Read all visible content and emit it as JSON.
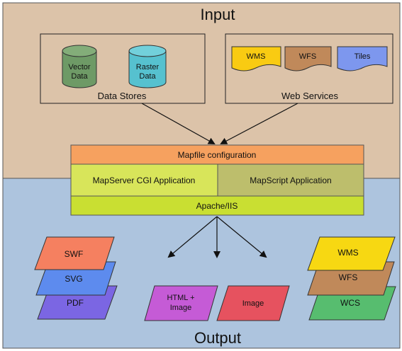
{
  "input": {
    "title": "Input",
    "data_stores": {
      "label": "Data Stores",
      "items": [
        {
          "line1": "Vector",
          "line2": "Data",
          "color": "#6e9a66"
        },
        {
          "line1": "Raster",
          "line2": "Data",
          "color": "#56c1cf"
        }
      ]
    },
    "web_services": {
      "label": "Web Services",
      "items": [
        {
          "label": "WMS",
          "color": "#f9cb12"
        },
        {
          "label": "WFS",
          "color": "#c0895a"
        },
        {
          "label": "Tiles",
          "color": "#7d97ee"
        }
      ]
    }
  },
  "server": {
    "mapfile": "Mapfile configuration",
    "cgi": "MapServer CGI Application",
    "mapscript": "MapScript Application",
    "apache": "Apache/IIS"
  },
  "output": {
    "title": "Output",
    "left_stack": [
      {
        "label": "SWF",
        "color": "#f58060"
      },
      {
        "label": "SVG",
        "color": "#5d8bee"
      },
      {
        "label": "PDF",
        "color": "#7b66e3"
      }
    ],
    "middle": [
      {
        "line1": "HTML +",
        "line2": "Image",
        "color": "#c55bd6"
      },
      {
        "line1": "Image",
        "line2": "",
        "color": "#e6525f"
      }
    ],
    "right_stack": [
      {
        "label": "WMS",
        "color": "#f7d812"
      },
      {
        "label": "WFS",
        "color": "#c0895a"
      },
      {
        "label": "WCS",
        "color": "#57bd6f"
      }
    ]
  },
  "colors": {
    "input_bg": "#dcc3a9",
    "output_bg": "#adc4de",
    "mapfile": "#f6a15f",
    "cgi": "#d8e55a",
    "mapscript": "#bdbe6c",
    "apache": "#c9df32"
  }
}
